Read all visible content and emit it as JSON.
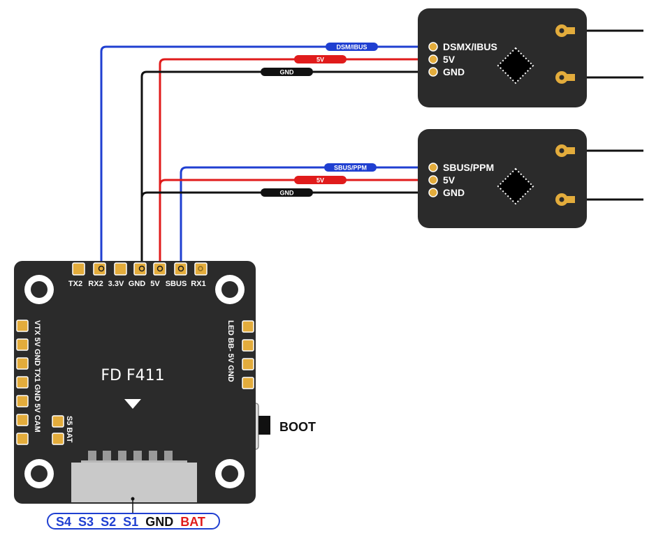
{
  "fc": {
    "title": "FD F411",
    "top_pads": [
      "TX2",
      "RX2",
      "3.3V",
      "GND",
      "5V",
      "SBUS",
      "RX1"
    ],
    "left_pads": "VTX 5V GND TX1 GND 5V CAM",
    "left_inner_pads": "S5 BAT",
    "right_pads": "LED BB- 5V GND",
    "boot_label": "BOOT"
  },
  "motor_legend": {
    "items": [
      {
        "text": "S4",
        "color": "#1f3fd1"
      },
      {
        "text": "S3",
        "color": "#1f3fd1"
      },
      {
        "text": "S2",
        "color": "#1f3fd1"
      },
      {
        "text": "S1",
        "color": "#1f3fd1"
      },
      {
        "text": "GND",
        "color": "#111111"
      },
      {
        "text": "BAT",
        "color": "#e01b1b"
      }
    ]
  },
  "receivers": [
    {
      "pins": [
        "DSMX/IBUS",
        "5V",
        "GND"
      ],
      "wire_tags": {
        "signal": "DSM/IBUS",
        "power": "5V",
        "ground": "GND"
      }
    },
    {
      "pins": [
        "SBUS/PPM",
        "5V",
        "GND"
      ],
      "wire_tags": {
        "signal": "SBUS/PPM",
        "power": "5V",
        "ground": "GND"
      }
    }
  ],
  "colors": {
    "board": "#2b2b2b",
    "pad": "#e3ac3c",
    "signal_wire": "#1f3fd1",
    "power_wire": "#e01b1b",
    "ground_wire": "#111111"
  }
}
